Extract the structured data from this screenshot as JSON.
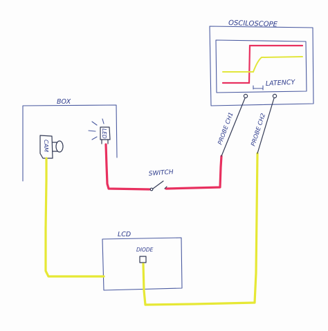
{
  "labels": {
    "oscilloscope": "OSCILOSCOPE",
    "latency": "LATENCY",
    "box": "BOX",
    "led": "LED",
    "cam": "CAM",
    "switch": "SWITCH",
    "probe_ch1": "PROBE CH1",
    "probe_ch2": "PROBE CH2",
    "lcd": "LCD",
    "diode": "DIODE"
  },
  "colors": {
    "ink": "#4a5aa0",
    "red_wire": "#e8305f",
    "yellow_wire": "#e6e835"
  }
}
